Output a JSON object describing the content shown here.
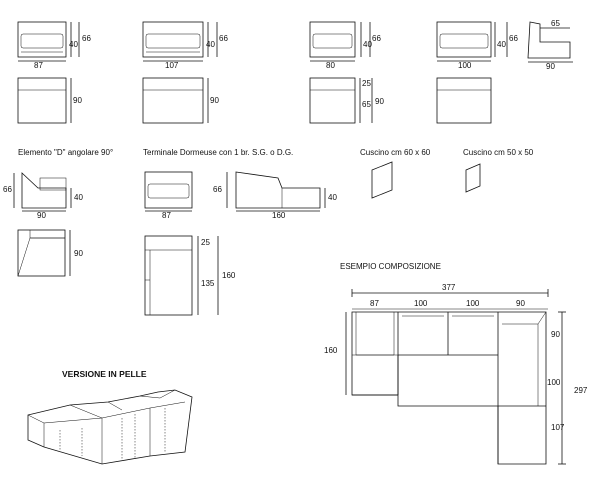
{
  "modules": {
    "m1": {
      "width": "87",
      "seat": "40",
      "height": "66",
      "depth": "90"
    },
    "m2": {
      "width": "107",
      "seat": "40",
      "height": "66",
      "depth": "90"
    },
    "m3": {
      "width": "80",
      "seat": "40",
      "height": "66",
      "back": "25",
      "seat_depth": "65",
      "depth": "90"
    },
    "m4": {
      "width": "100",
      "seat": "40",
      "height": "66"
    },
    "m5": {
      "top": "65",
      "width": "90"
    }
  },
  "corner": {
    "caption": "Elemento \"D\" angolare 90°",
    "height": "66",
    "seat": "40",
    "width": "90",
    "depth": "90"
  },
  "dormeuse": {
    "caption": "Terminale Dormeuse con 1 br. S.G. o D.G.",
    "height": "66",
    "width": "87",
    "seat": "40",
    "length": "160",
    "back": "25",
    "seat_depth": "135",
    "depth": "160"
  },
  "cushions": [
    {
      "caption": "Cuscino  cm 60 x 60"
    },
    {
      "caption": "Cuscino  cm 50 x 50"
    }
  ],
  "leather": {
    "title": "VERSIONE IN PELLE"
  },
  "example": {
    "title": "ESEMPIO COMPOSIZIONE",
    "total_width": "377",
    "segments": [
      "87",
      "100",
      "100",
      "90"
    ],
    "left_depth": "160",
    "right_parts": [
      "90",
      "100",
      "107"
    ],
    "total_depth": "297"
  }
}
